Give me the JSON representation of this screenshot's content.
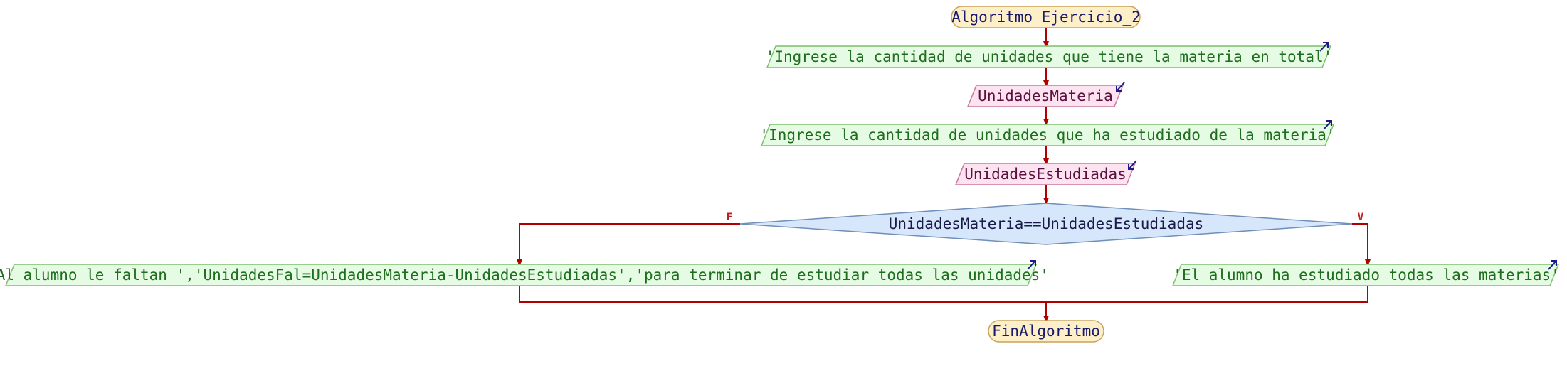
{
  "flowchart": {
    "start": "Algoritmo Ejercicio_2",
    "output_1": "'Ingrese la cantidad de unidades que tiene la materia en total'",
    "input_1": "UnidadesMateria",
    "output_2": "'Ingrese la cantidad de unidades que ha estudiado de la materia'",
    "input_2": "UnidadesEstudiadas",
    "decision": "UnidadesMateria==UnidadesEstudiadas",
    "false_label": "F",
    "true_label": "V",
    "false_output": "'Al alumno le faltan ','UnidadesFal=UnidadesMateria-UnidadesEstudiadas','para terminar de estudiar todas las unidades'",
    "true_output": "'El alumno ha estudiado todas las materias'",
    "end": "FinAlgoritmo"
  },
  "colors": {
    "connector": "#b00000",
    "terminal_fill": "#fdf0c8",
    "terminal_stroke": "#c9a25a",
    "output_fill": "#e6fbe3",
    "output_stroke": "#7fbf6f",
    "input_fill": "#fde3ef",
    "input_stroke": "#c77a9e",
    "decision_fill": "#d6e6fb",
    "decision_stroke": "#6f8fb8",
    "io_arrow": "#1a1a8a"
  }
}
